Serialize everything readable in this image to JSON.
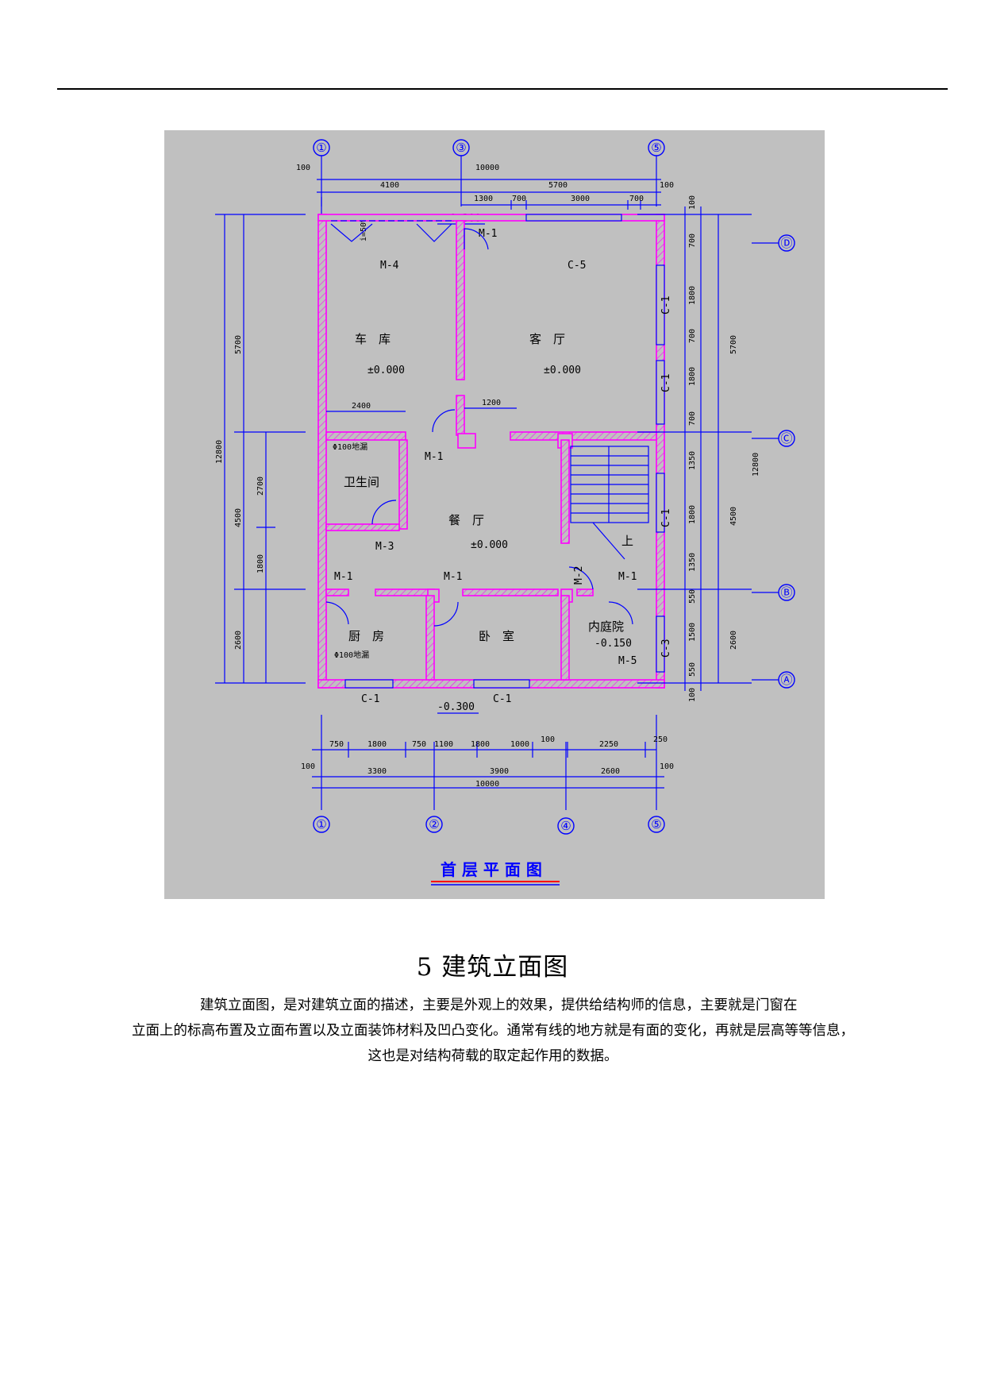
{
  "figure": {
    "axes_top": [
      "①",
      "③",
      "⑤"
    ],
    "axes_bottom": [
      "①",
      "②",
      "④",
      "⑤"
    ],
    "axes_right": [
      "Ⓓ",
      "Ⓒ",
      "Ⓑ",
      "Ⓐ"
    ],
    "top_dims": {
      "edge_left": "100",
      "total": "10000",
      "d1": "4100",
      "d2": "5700",
      "edge_right": "100",
      "s1": "1300",
      "s2": "700",
      "s3": "3000",
      "s4": "700"
    },
    "bottom_dims": {
      "s1": "750",
      "s2": "1800",
      "s3": "750",
      "s4": "1100",
      "s5": "1800",
      "s6": "1000",
      "s7": "100",
      "s8": "2250",
      "s9": "250",
      "edge_left": "100",
      "d1": "3300",
      "d2": "3900",
      "d3": "2600",
      "edge_right": "100",
      "total": "10000"
    },
    "left_dims": {
      "a": "5700",
      "b": "12800",
      "c": "2700",
      "d": "4500",
      "e": "1800",
      "f": "2600"
    },
    "right_dims": {
      "top": "100",
      "r1": "700",
      "r2": "1800",
      "r3": "700",
      "r4": "1800",
      "r5": "700",
      "r6": "1350",
      "r7": "1800",
      "r8": "1350",
      "r9": "550",
      "r10": "1500",
      "r11": "550",
      "bottom": "100",
      "g1": "5700",
      "g2": "12800",
      "g3": "4500",
      "g4": "2600"
    },
    "levels": {
      "top": "-0.300",
      "bottom": "-0.300",
      "court": "-0.150",
      "garage": "±0.000",
      "living": "±0.000",
      "hall": "±0.000"
    },
    "slope": "i=50%",
    "rooms": {
      "garage": "车　库",
      "living": "客　厅",
      "bath": "卫生间",
      "hall": "餐　厅",
      "kitchen": "厨　房",
      "bedroom": "卧　室",
      "court": "内庭院",
      "up": "上"
    },
    "marks": {
      "m1a": "M-1",
      "m1b": "M-1",
      "m1c": "M-1",
      "m1d": "M-1",
      "m1e": "M-1",
      "m2": "M-2",
      "m3": "M-3",
      "m4": "M-4",
      "m5": "M-5",
      "c1a": "C-1",
      "c1b": "C-1",
      "c1c": "C-1",
      "c1d": "C-1",
      "c1e": "C-1",
      "c3": "C-3",
      "c5": "C-5",
      "w2400": "2400",
      "w1200": "1200",
      "drain1": "Φ100地漏",
      "drain2": "Φ100地漏"
    },
    "caption": "首 层 平 面 图"
  },
  "section": {
    "title": "5  建筑立面图",
    "lines": [
      "建筑立面图，是对建筑立面的描述，主要是外观上的效果，提供给结构师的信息，主要就是门窗在",
      "立面上的标高布置及立面布置以及立面装饰材料及凹凸变化。通常有线的地方就是有面的变化，再就是层高等等信息，",
      "这也是对结构荷载的取定起作用的数据。"
    ]
  }
}
